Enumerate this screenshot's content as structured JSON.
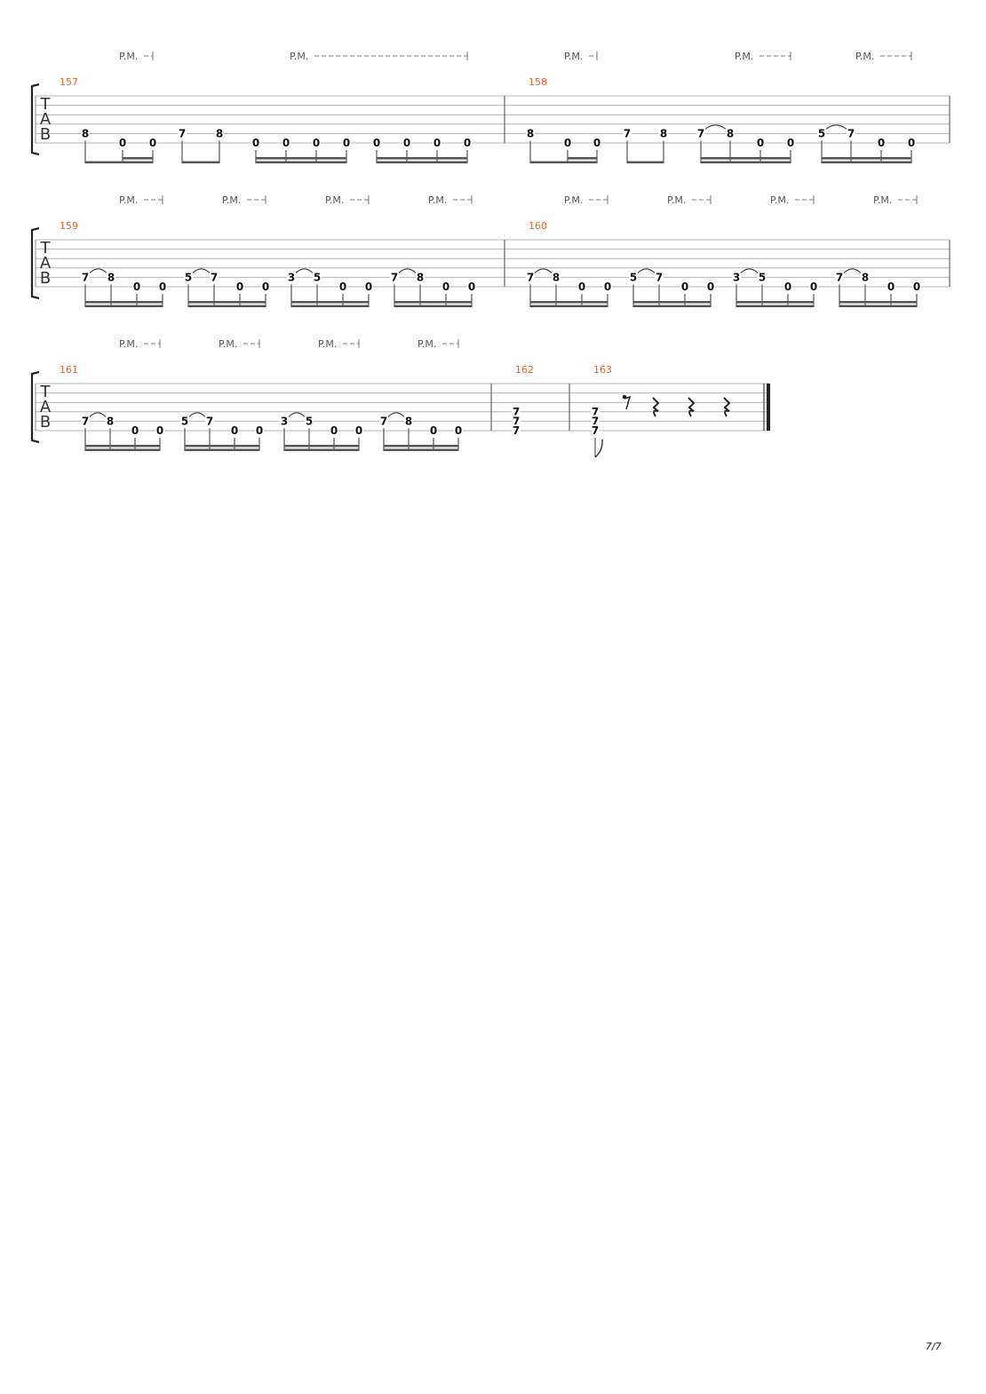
{
  "score": {
    "tab_clef": [
      "T",
      "A",
      "B"
    ],
    "palm_mute_label": "P.M.",
    "page_number": "7/7",
    "colors": {
      "measure_number": "#e8622c",
      "staff_line": "#b4b4b4",
      "ink": "#222222",
      "text_gray": "#555555"
    },
    "systems": [
      {
        "measures": [
          {
            "number": "157",
            "beam_groups": [
              {
                "levels": 1,
                "notes": [
                  {
                    "fret": "8",
                    "string": 5
                  },
                  {
                    "fret": "0",
                    "string": 6
                  },
                  {
                    "fret": "0",
                    "string": 6
                  }
                ],
                "sub_beam_from": 1
              },
              {
                "levels": 1,
                "notes": [
                  {
                    "fret": "7",
                    "string": 5
                  },
                  {
                    "fret": "8",
                    "string": 5
                  }
                ]
              },
              {
                "levels": 2,
                "notes": [
                  {
                    "fret": "0",
                    "string": 6
                  },
                  {
                    "fret": "0",
                    "string": 6
                  },
                  {
                    "fret": "0",
                    "string": 6
                  },
                  {
                    "fret": "0",
                    "string": 6
                  }
                ]
              },
              {
                "levels": 2,
                "notes": [
                  {
                    "fret": "0",
                    "string": 6
                  },
                  {
                    "fret": "0",
                    "string": 6
                  },
                  {
                    "fret": "0",
                    "string": 6
                  },
                  {
                    "fret": "0",
                    "string": 6
                  }
                ]
              }
            ],
            "palm_mutes": [
              {
                "from_group": 0,
                "to_group": 0
              },
              {
                "from_group": 2,
                "to_group": 3
              }
            ]
          },
          {
            "number": "158",
            "beam_groups": [
              {
                "levels": 1,
                "notes": [
                  {
                    "fret": "8",
                    "string": 5
                  },
                  {
                    "fret": "0",
                    "string": 6
                  },
                  {
                    "fret": "0",
                    "string": 6
                  }
                ],
                "sub_beam_from": 1
              },
              {
                "levels": 1,
                "notes": [
                  {
                    "fret": "7",
                    "string": 5
                  },
                  {
                    "fret": "8",
                    "string": 5
                  }
                ]
              },
              {
                "levels": 2,
                "notes": [
                  {
                    "fret": "7",
                    "string": 5,
                    "slur": true
                  },
                  {
                    "fret": "8",
                    "string": 5
                  },
                  {
                    "fret": "0",
                    "string": 6
                  },
                  {
                    "fret": "0",
                    "string": 6
                  }
                ]
              },
              {
                "levels": 2,
                "notes": [
                  {
                    "fret": "5",
                    "string": 5,
                    "slur": true
                  },
                  {
                    "fret": "7",
                    "string": 5
                  },
                  {
                    "fret": "0",
                    "string": 6
                  },
                  {
                    "fret": "0",
                    "string": 6
                  }
                ]
              }
            ],
            "palm_mutes": [
              {
                "from_group": 0,
                "to_group": 0
              },
              {
                "from_group": 2,
                "to_group": 2
              },
              {
                "from_group": 3,
                "to_group": 3
              }
            ]
          }
        ]
      },
      {
        "measures": [
          {
            "number": "159",
            "beam_groups": [
              {
                "levels": 2,
                "notes": [
                  {
                    "fret": "7",
                    "string": 5,
                    "slur": true
                  },
                  {
                    "fret": "8",
                    "string": 5
                  },
                  {
                    "fret": "0",
                    "string": 6
                  },
                  {
                    "fret": "0",
                    "string": 6
                  }
                ]
              },
              {
                "levels": 2,
                "notes": [
                  {
                    "fret": "5",
                    "string": 5,
                    "slur": true
                  },
                  {
                    "fret": "7",
                    "string": 5
                  },
                  {
                    "fret": "0",
                    "string": 6
                  },
                  {
                    "fret": "0",
                    "string": 6
                  }
                ]
              },
              {
                "levels": 2,
                "notes": [
                  {
                    "fret": "3",
                    "string": 5,
                    "slur": true
                  },
                  {
                    "fret": "5",
                    "string": 5
                  },
                  {
                    "fret": "0",
                    "string": 6
                  },
                  {
                    "fret": "0",
                    "string": 6
                  }
                ]
              },
              {
                "levels": 2,
                "notes": [
                  {
                    "fret": "7",
                    "string": 5,
                    "slur": true
                  },
                  {
                    "fret": "8",
                    "string": 5
                  },
                  {
                    "fret": "0",
                    "string": 6
                  },
                  {
                    "fret": "0",
                    "string": 6
                  }
                ]
              }
            ],
            "palm_mutes": [
              {
                "from_group": 0,
                "to_group": 0
              },
              {
                "from_group": 1,
                "to_group": 1
              },
              {
                "from_group": 2,
                "to_group": 2
              },
              {
                "from_group": 3,
                "to_group": 3
              }
            ]
          },
          {
            "number": "160",
            "beam_groups": [
              {
                "levels": 2,
                "notes": [
                  {
                    "fret": "7",
                    "string": 5,
                    "slur": true
                  },
                  {
                    "fret": "8",
                    "string": 5
                  },
                  {
                    "fret": "0",
                    "string": 6
                  },
                  {
                    "fret": "0",
                    "string": 6
                  }
                ]
              },
              {
                "levels": 2,
                "notes": [
                  {
                    "fret": "5",
                    "string": 5,
                    "slur": true
                  },
                  {
                    "fret": "7",
                    "string": 5
                  },
                  {
                    "fret": "0",
                    "string": 6
                  },
                  {
                    "fret": "0",
                    "string": 6
                  }
                ]
              },
              {
                "levels": 2,
                "notes": [
                  {
                    "fret": "3",
                    "string": 5,
                    "slur": true
                  },
                  {
                    "fret": "5",
                    "string": 5
                  },
                  {
                    "fret": "0",
                    "string": 6
                  },
                  {
                    "fret": "0",
                    "string": 6
                  }
                ]
              },
              {
                "levels": 2,
                "notes": [
                  {
                    "fret": "7",
                    "string": 5,
                    "slur": true
                  },
                  {
                    "fret": "8",
                    "string": 5
                  },
                  {
                    "fret": "0",
                    "string": 6
                  },
                  {
                    "fret": "0",
                    "string": 6
                  }
                ]
              }
            ],
            "palm_mutes": [
              {
                "from_group": 0,
                "to_group": 0
              },
              {
                "from_group": 1,
                "to_group": 1
              },
              {
                "from_group": 2,
                "to_group": 2
              },
              {
                "from_group": 3,
                "to_group": 3
              }
            ]
          }
        ]
      },
      {
        "measures": [
          {
            "number": "161",
            "beam_groups": [
              {
                "levels": 2,
                "notes": [
                  {
                    "fret": "7",
                    "string": 5,
                    "slur": true
                  },
                  {
                    "fret": "8",
                    "string": 5
                  },
                  {
                    "fret": "0",
                    "string": 6
                  },
                  {
                    "fret": "0",
                    "string": 6
                  }
                ]
              },
              {
                "levels": 2,
                "notes": [
                  {
                    "fret": "5",
                    "string": 5,
                    "slur": true
                  },
                  {
                    "fret": "7",
                    "string": 5
                  },
                  {
                    "fret": "0",
                    "string": 6
                  },
                  {
                    "fret": "0",
                    "string": 6
                  }
                ]
              },
              {
                "levels": 2,
                "notes": [
                  {
                    "fret": "3",
                    "string": 5,
                    "slur": true
                  },
                  {
                    "fret": "5",
                    "string": 5
                  },
                  {
                    "fret": "0",
                    "string": 6
                  },
                  {
                    "fret": "0",
                    "string": 6
                  }
                ]
              },
              {
                "levels": 2,
                "notes": [
                  {
                    "fret": "7",
                    "string": 5,
                    "slur": true
                  },
                  {
                    "fret": "8",
                    "string": 5
                  },
                  {
                    "fret": "0",
                    "string": 6
                  },
                  {
                    "fret": "0",
                    "string": 6
                  }
                ]
              }
            ],
            "palm_mutes": [
              {
                "from_group": 0,
                "to_group": 0
              },
              {
                "from_group": 1,
                "to_group": 1
              },
              {
                "from_group": 2,
                "to_group": 2
              },
              {
                "from_group": 3,
                "to_group": 3
              }
            ]
          },
          {
            "number": "162",
            "chord": [
              "7",
              "7",
              "7"
            ],
            "chord_strings": [
              4,
              5,
              6
            ]
          },
          {
            "number": "163",
            "chord": [
              "7",
              "7",
              "7"
            ],
            "chord_strings": [
              4,
              5,
              6
            ],
            "flag": "eighth",
            "rests": [
              "eighth-rest",
              "quarter-rest",
              "quarter-rest",
              "quarter-rest"
            ],
            "final_barline": true
          }
        ]
      }
    ]
  }
}
